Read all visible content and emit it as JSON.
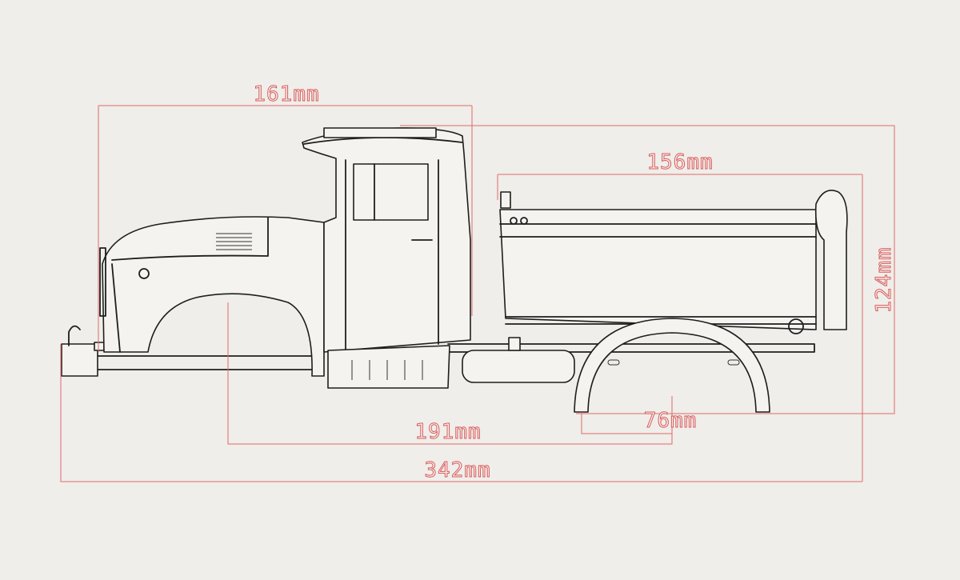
{
  "dimensions": {
    "cab_length": "161mm",
    "bed_length": "156mm",
    "height": "124mm",
    "axle_offset": "191mm",
    "wheel_arch_width": "76mm",
    "overall_length": "342mm"
  },
  "colors": {
    "background": "#efeeea",
    "dimension_line": "#e06a6a",
    "drawing_line": "#1e1e1e"
  }
}
